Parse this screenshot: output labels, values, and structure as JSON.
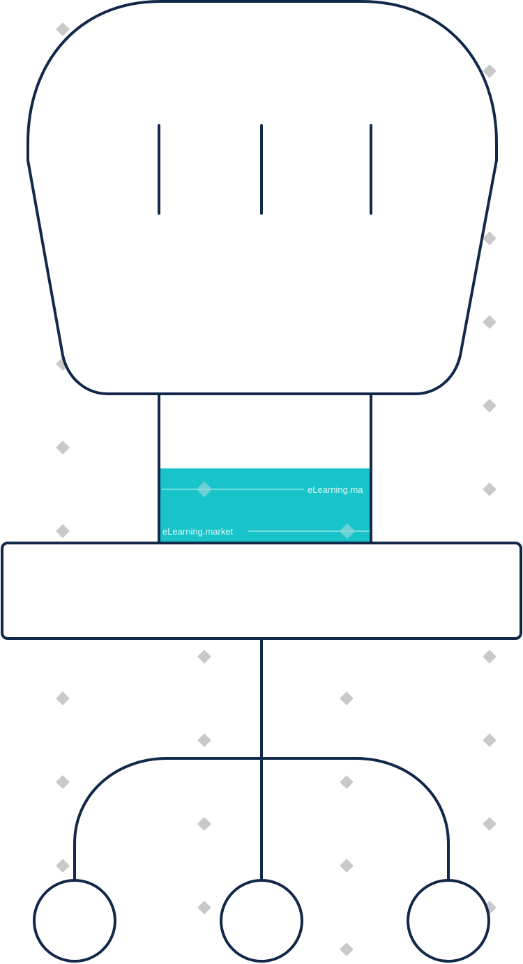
{
  "illustration": {
    "subject": "office chair",
    "colors": {
      "outline": "#12284a",
      "accent": "#18c4c9",
      "background": "#ffffff",
      "watermark": "#c9c9c9"
    },
    "accent_fill_level": 0.5,
    "casters": 3
  },
  "watermark": {
    "text_1": "eLearning.market",
    "text_2": "eLearning.ma"
  }
}
